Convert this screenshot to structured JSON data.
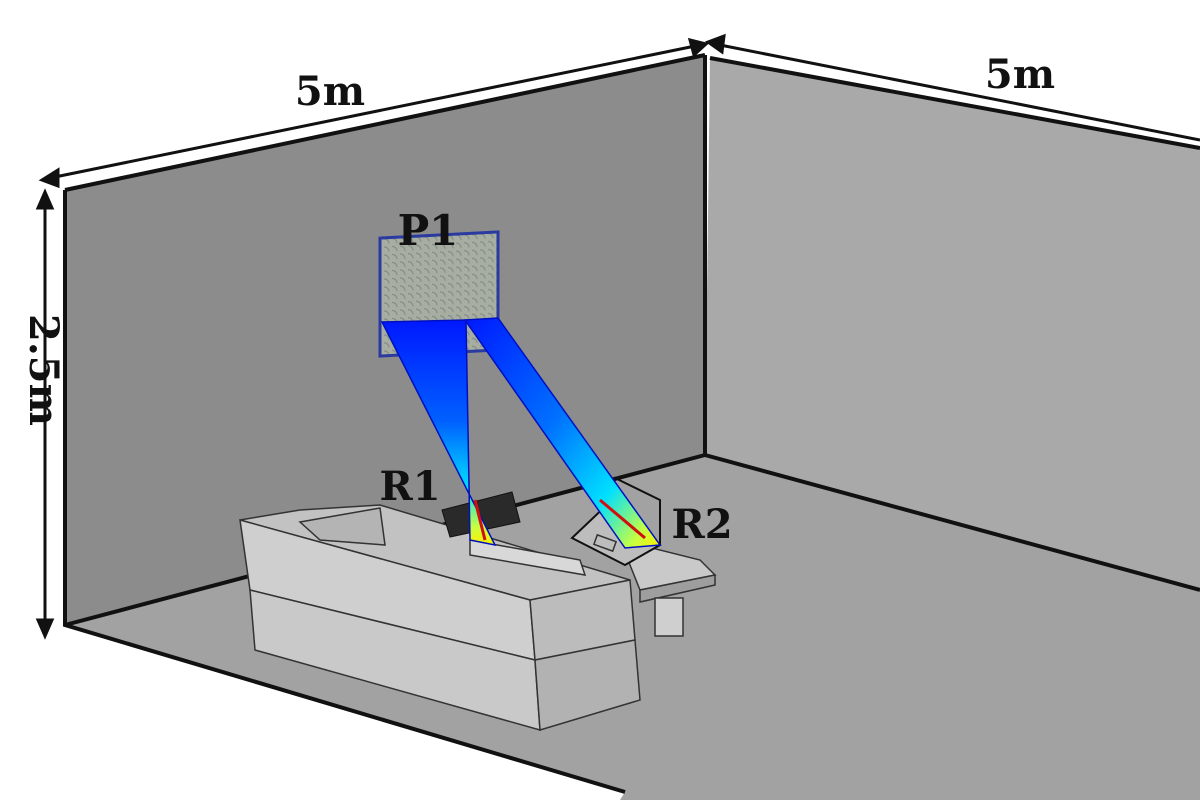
{
  "dimensions": {
    "width_label": "5m",
    "depth_label": "5m",
    "height_label": "2.5m"
  },
  "labels": {
    "panel": "P1",
    "receiver1": "R1",
    "receiver2": "R2"
  },
  "colors": {
    "back_wall": "#8c8c8c",
    "right_wall": "#a9a9a9",
    "floor": "#a2a2a2",
    "panel_frame": "#2a3aa0",
    "beam_start": "#0010ff",
    "beam_mid": "#00e0ff",
    "beam_end": "#ffee00",
    "beam_core": "#d01010"
  }
}
